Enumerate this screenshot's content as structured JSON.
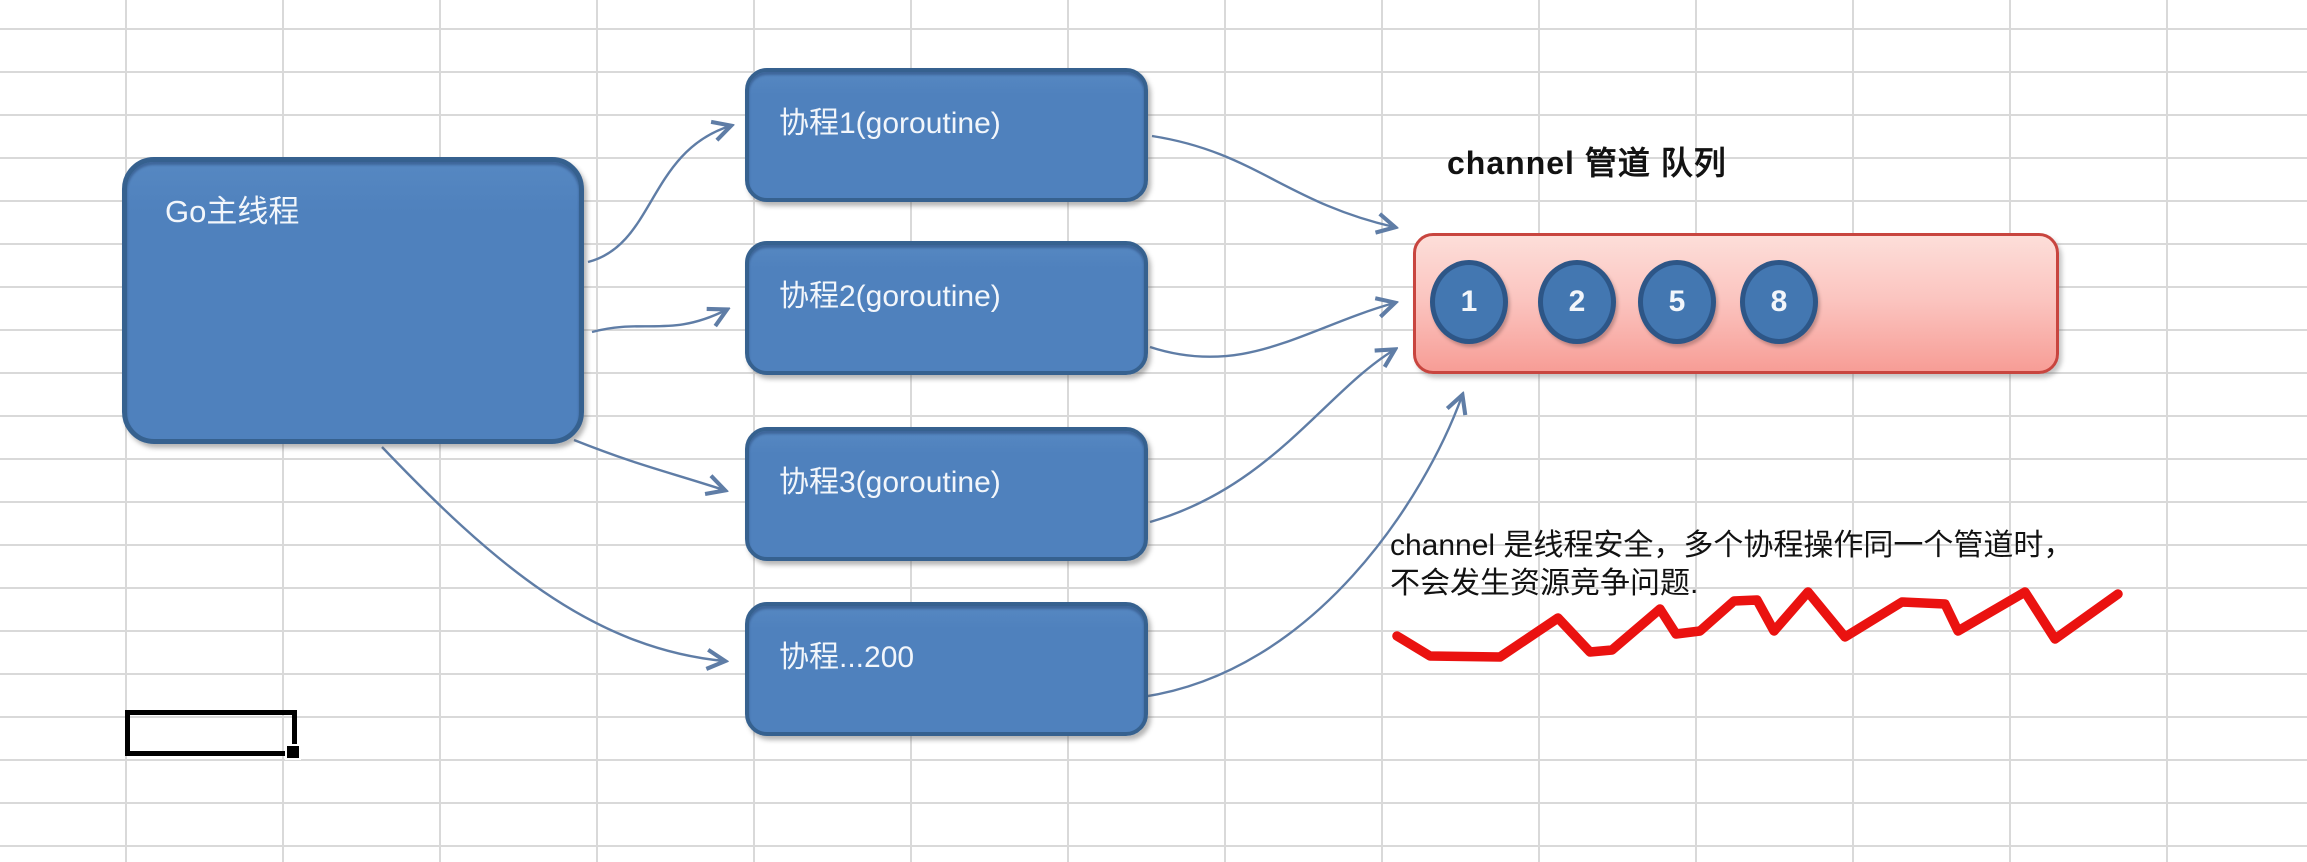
{
  "diagram": {
    "main_box": {
      "label": "Go主线程"
    },
    "goroutine_boxes": [
      {
        "label": "协程1(goroutine)"
      },
      {
        "label": "协程2(goroutine)"
      },
      {
        "label": "协程3(goroutine)"
      },
      {
        "label": "协程...200"
      }
    ],
    "channel": {
      "title": "channel 管道 队列",
      "queue_values": [
        "1",
        "2",
        "5",
        "8"
      ]
    },
    "note": {
      "line1": "channel 是线程安全，多个协程操作同一个管道时，",
      "line2": "不会发生资源竞争问题."
    },
    "colors": {
      "box_blue": "#4f81bd",
      "box_border": "#36618f",
      "channel_pink_top": "#fdded9",
      "channel_pink_mid": "#fbc4bf",
      "channel_pink_bottom": "#f79d96",
      "channel_border": "#c8453f",
      "connector": "#5f7da6",
      "squiggle_red": "#ea1210",
      "grid_line": "#d9d9d9",
      "circle_fill": "#4377b1",
      "circle_border": "#2d5687",
      "text_dark": "#121212",
      "box_text": "#f2f6fb"
    }
  }
}
